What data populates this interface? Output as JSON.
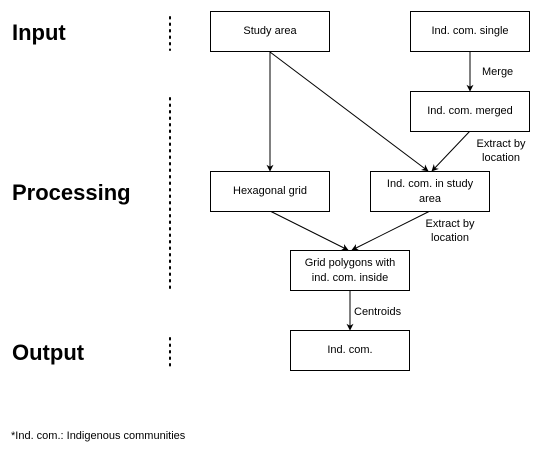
{
  "stages": {
    "input": "Input",
    "processing": "Processing",
    "output": "Output"
  },
  "nodes": {
    "study_area": "Study area",
    "ind_com_single": "Ind. com. single",
    "ind_com_merged": "Ind. com. merged",
    "hexagonal_grid": "Hexagonal grid",
    "ind_com_in_study_area": "Ind. com. in study area",
    "grid_polygons": "Grid polygons with ind. com. inside",
    "ind_com_output": "Ind. com."
  },
  "edge_labels": {
    "merge": "Merge",
    "extract_by_location_1": "Extract by location",
    "extract_by_location_2": "Extract by location",
    "centroids": "Centroids"
  },
  "footnote": "*Ind. com.: Indigenous communities"
}
